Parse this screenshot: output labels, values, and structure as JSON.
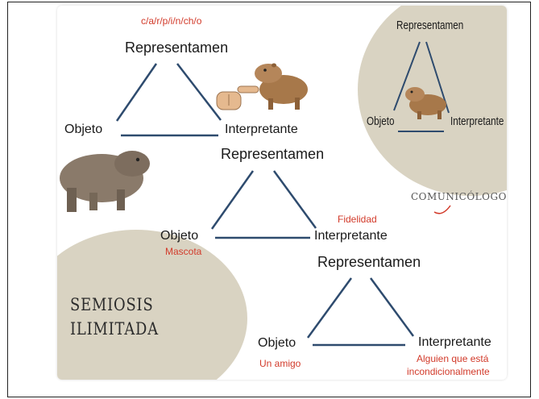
{
  "page": {
    "title": "SEMIOSIS ILIMITADA"
  },
  "title_lines": [
    "SEMIOSIS",
    "ILIMITADA"
  ],
  "brand": "COMUNICÓLOGOS",
  "first_triad": {
    "annotation": "c/a/r/p/i/n/ch/o",
    "representamen": "Representamen",
    "objeto": "Objeto",
    "interpretante": "Interpretante"
  },
  "inset_triad": {
    "representamen": "Representamen",
    "objeto": "Objeto",
    "interpretante": "Interpretante"
  },
  "second_triad": {
    "representamen": "Representamen",
    "objeto": "Objeto",
    "objeto_note": "Mascota",
    "interpretante": "Interpretante",
    "interpretante_note": "Fidelidad"
  },
  "third_triad": {
    "representamen": "Representamen",
    "objeto": "Objeto",
    "objeto_note": "Un amigo",
    "interpretante": "Interpretante",
    "interpretante_note_lines": [
      "Alguien que está",
      "incondicionalmente"
    ]
  },
  "colors": {
    "line": "#2e4b6e",
    "note": "#d23a2a",
    "blob": "#d9d3c2",
    "capybara": "#a7784a"
  }
}
